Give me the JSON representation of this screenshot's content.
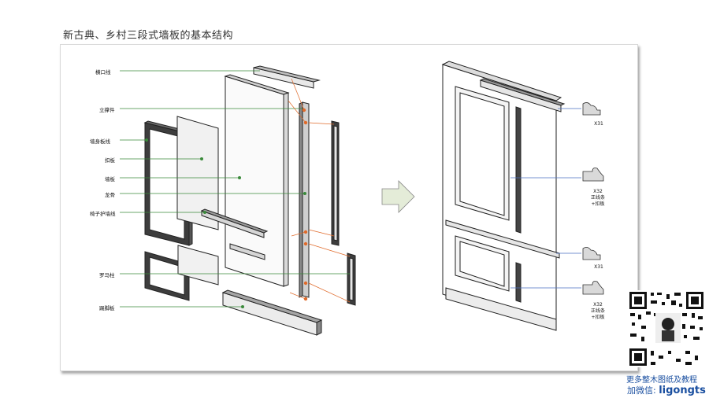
{
  "title": "新古典、乡村三段式墙板的基本结构",
  "labels": {
    "hengkou": "横口线",
    "liquan": "立撑件",
    "qiangshen": "墙身板线",
    "kouban": "扣板",
    "qiangban": "墙板",
    "longgu": "龙骨",
    "yizi": "椅子护墙线",
    "luoma": "罗马柱",
    "tijiao": "踢脚板"
  },
  "profiles": {
    "p1": "X31",
    "p2_line1": "X32",
    "p2_line2": "正线条",
    "p2_line3": "+扣板",
    "p3": "X31",
    "p4_line1": "X32",
    "p4_line2": "正线条",
    "p4_line3": "+扣板"
  },
  "promo": {
    "line1": "更多整木图纸及教程",
    "line2_prefix": "加微信: ",
    "line2_id": "ligongts"
  },
  "colors": {
    "leader_green": "#3a8a3a",
    "leader_blue": "#4a6fc0",
    "orange_dot": "#e06a2a",
    "arrow_fill": "#e4ecd8"
  }
}
